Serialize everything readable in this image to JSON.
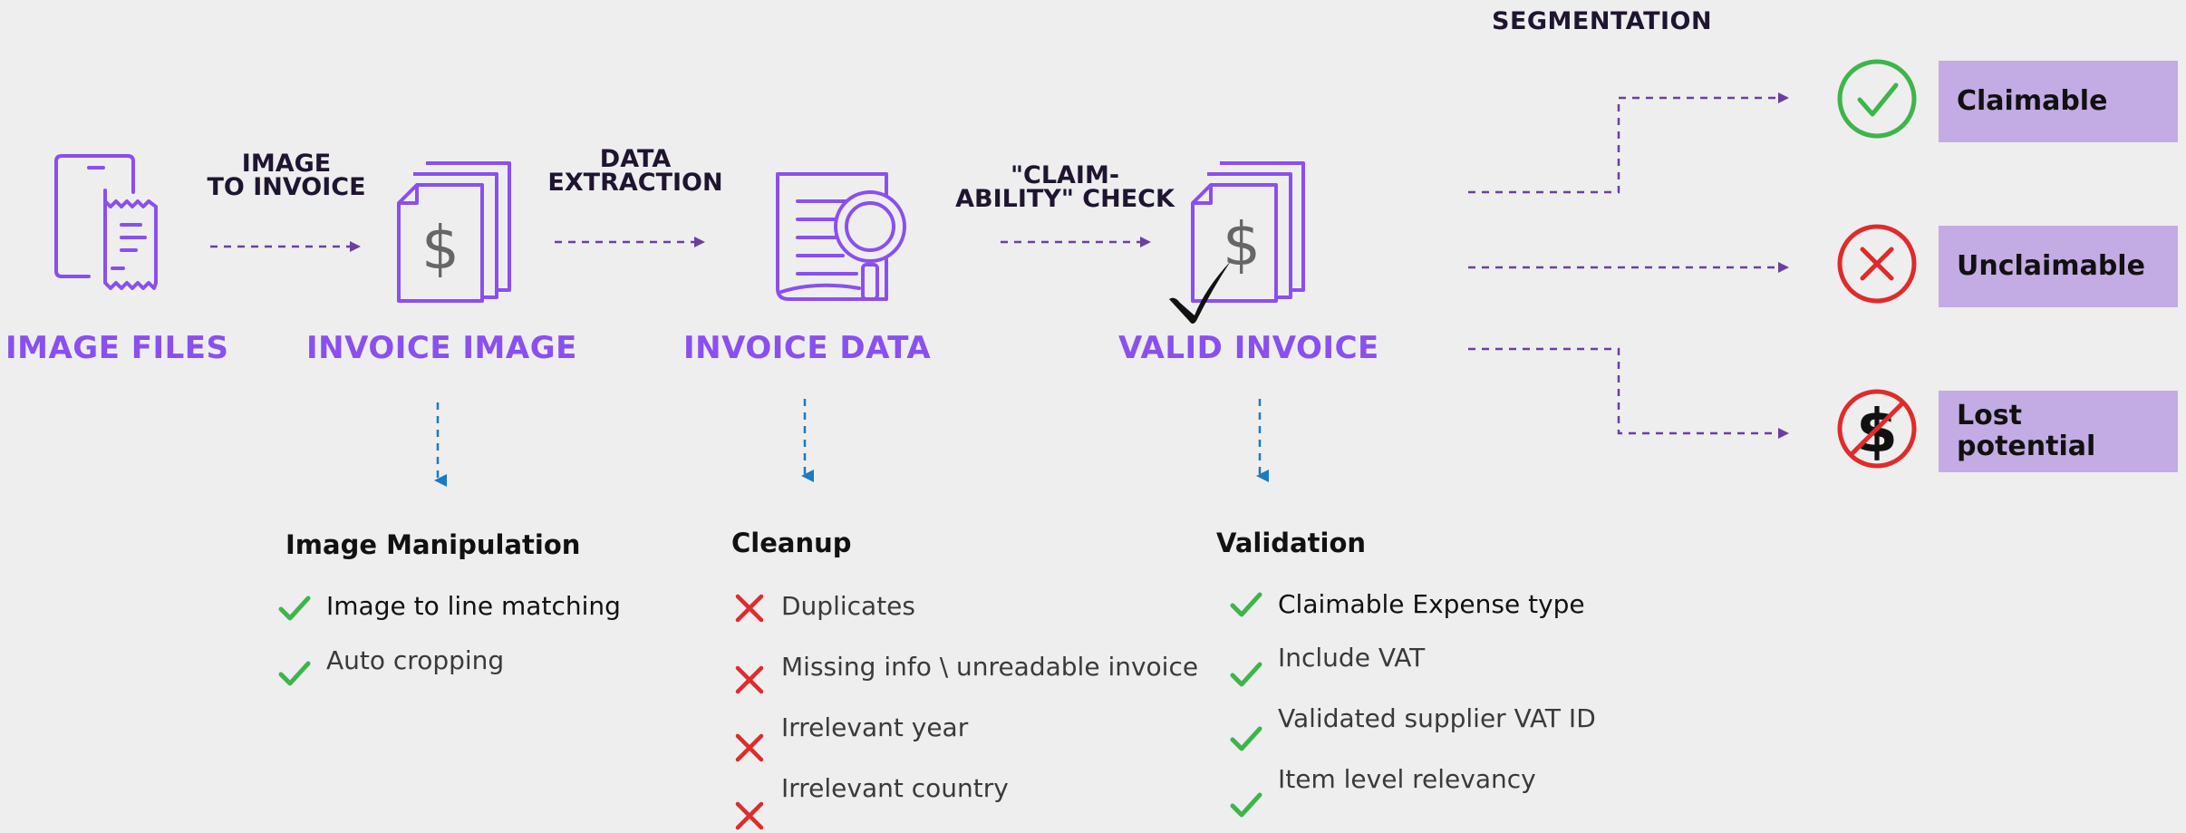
{
  "stages": [
    {
      "id": "image-files",
      "label": "IMAGE FILES"
    },
    {
      "id": "invoice-image",
      "label": "INVOICE IMAGE"
    },
    {
      "id": "invoice-data",
      "label": "INVOICE DATA"
    },
    {
      "id": "valid-invoice",
      "label": "VALID INVOICE"
    }
  ],
  "steps": [
    {
      "label": "IMAGE\nTO INVOICE"
    },
    {
      "label": "DATA\nEXTRACTION"
    },
    {
      "label": "\"CLAIM-\nABILITY\" CHECK"
    }
  ],
  "segmentation": {
    "title": "SEGMENTATION",
    "outcomes": [
      {
        "label": "Claimable",
        "icon": "check-circle-icon",
        "color": "#3db54a"
      },
      {
        "label": "Unclaimable",
        "icon": "x-circle-icon",
        "color": "#e02b2b"
      },
      {
        "label": "Lost\npotential",
        "icon": "no-dollar-icon",
        "color": "#e02b2b"
      }
    ]
  },
  "groups": [
    {
      "title": "Image Manipulation",
      "items": [
        {
          "text": "Image to line matching",
          "mark": "check"
        },
        {
          "text": "Auto cropping",
          "mark": "check"
        }
      ]
    },
    {
      "title": "Cleanup",
      "items": [
        {
          "text": "Duplicates",
          "mark": "cross"
        },
        {
          "text": "Missing info \\ unreadable invoice",
          "mark": "cross"
        },
        {
          "text": "Irrelevant year",
          "mark": "cross"
        },
        {
          "text": "Irrelevant country",
          "mark": "cross"
        }
      ]
    },
    {
      "title": "Validation",
      "items": [
        {
          "text": "Claimable Expense type",
          "mark": "check"
        },
        {
          "text": "Include VAT",
          "mark": "check"
        },
        {
          "text": "Validated supplier VAT ID",
          "mark": "check"
        },
        {
          "text": "Item level relevancy",
          "mark": "check"
        }
      ]
    }
  ],
  "colors": {
    "purple": "#8a4ff0",
    "arrow": "#6b3fa0",
    "blue": "#1a7ac2",
    "check": "#3db54a",
    "cross": "#e02b2b",
    "box": "#c3ace3"
  }
}
